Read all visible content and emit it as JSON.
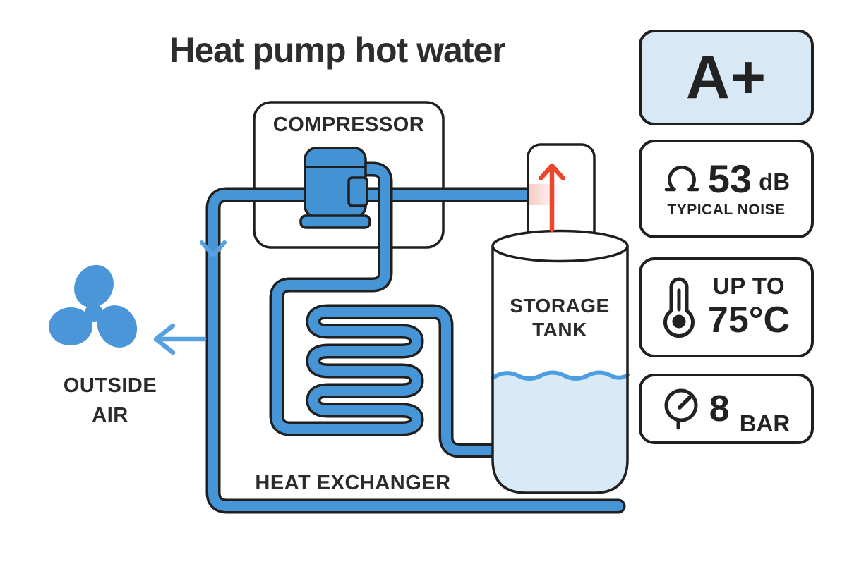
{
  "title": "Heat pump hot water",
  "diagram": {
    "compressor_label": "COMPRESSOR",
    "heat_exchanger_label": "HEAT EXCHANGER",
    "storage_tank_label_line1": "STORAGE",
    "storage_tank_label_line2": "TANK",
    "outside_air_label_line1": "OUTSIDE",
    "outside_air_label_line2": "AIR",
    "icons": {
      "fan": "fan-icon",
      "flow_down_arrow": "flow-down-arrow-icon",
      "air_flow_arrow": "air-flow-left-arrow-icon",
      "hot_water_arrow": "hot-water-up-arrow-icon"
    }
  },
  "badges": {
    "energy_rating": {
      "label": "A+"
    },
    "noise": {
      "value": "53",
      "unit": "dB",
      "caption": "TYPICAL NOISE"
    },
    "temperature": {
      "prefix": "UP TO",
      "value": "75°C"
    },
    "pressure": {
      "value": "8",
      "unit": "BAR"
    }
  },
  "colors": {
    "pipe_blue": "#4695d7",
    "fan_blue": "#4a96d8",
    "light_blue_fill": "#d9e9f6",
    "water_fill": "#d8e9f7",
    "wave_blue": "#4f9de1",
    "light_arrow_blue": "#57a1e3",
    "accent_red": "#e8482c",
    "outline_black": "#1f1f1f",
    "text_dark": "#2b2b2b"
  }
}
